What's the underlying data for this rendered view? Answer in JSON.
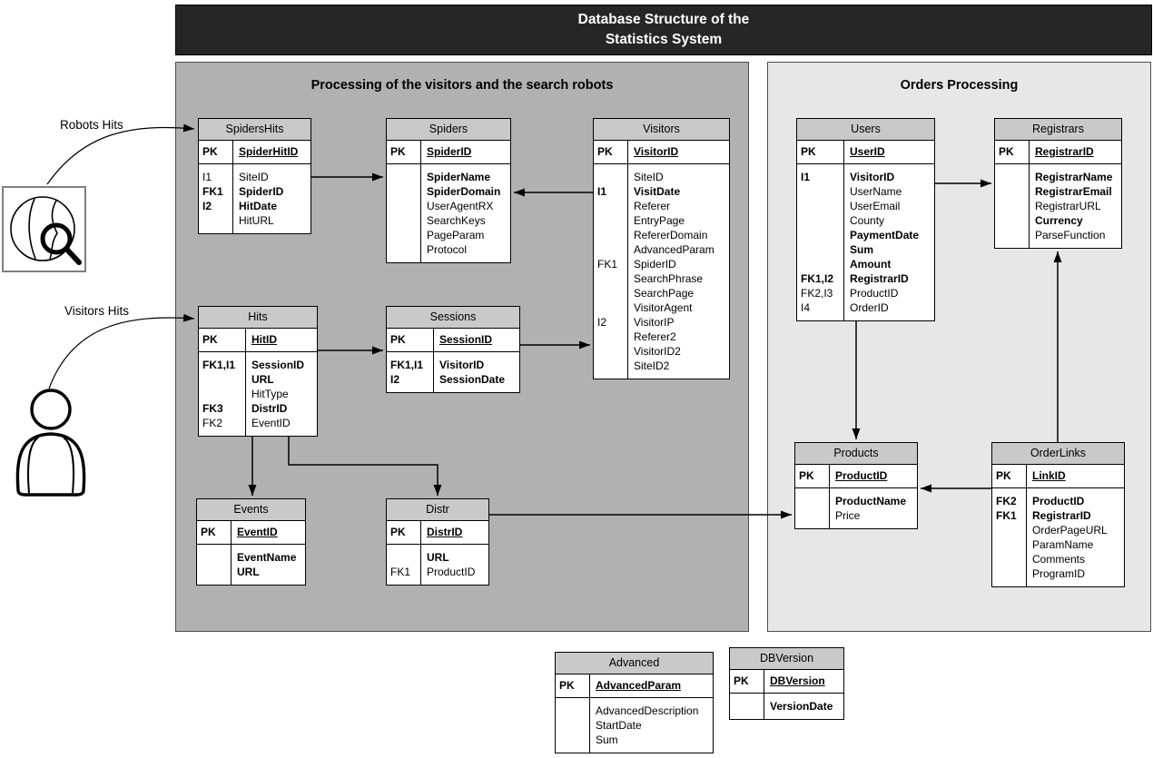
{
  "title": {
    "line1": "Database Structure of the",
    "line2": "Statistics System"
  },
  "sections": {
    "visitors_processing": {
      "label": "Processing of the visitors and the search robots"
    },
    "orders_processing": {
      "label": "Orders Processing"
    }
  },
  "annotations": {
    "robots_hits": "Robots Hits",
    "visitors_hits": "Visitors Hits"
  },
  "icons": {
    "search_engine": "globe-magnifier-icon",
    "visitor": "person-icon"
  },
  "colors": {
    "titlebar": "#262626",
    "section-left": "#b1b1b1",
    "section-right": "#e7e7e7",
    "entity-header": "#c9c9c9",
    "line": "#000000"
  },
  "tables": [
    {
      "id": "spidershits",
      "name": "SpidersHits",
      "section": "visitors_processing",
      "pk": {
        "key": "PK",
        "name": "SpiderHitID"
      },
      "fields": [
        {
          "key": "I1",
          "name": "SiteID",
          "bold": false
        },
        {
          "key": "FK1",
          "name": "SpiderID",
          "bold": true
        },
        {
          "key": "I2",
          "name": "HitDate",
          "bold": true
        },
        {
          "key": "",
          "name": "HitURL",
          "bold": false
        }
      ]
    },
    {
      "id": "spiders",
      "name": "Spiders",
      "section": "visitors_processing",
      "pk": {
        "key": "PK",
        "name": "SpiderID"
      },
      "fields": [
        {
          "key": "",
          "name": "SpiderName",
          "bold": true
        },
        {
          "key": "",
          "name": "SpiderDomain",
          "bold": true
        },
        {
          "key": "",
          "name": "UserAgentRX",
          "bold": false
        },
        {
          "key": "",
          "name": "SearchKeys",
          "bold": false
        },
        {
          "key": "",
          "name": "PageParam",
          "bold": false
        },
        {
          "key": "",
          "name": "Protocol",
          "bold": false
        }
      ]
    },
    {
      "id": "visitors",
      "name": "Visitors",
      "section": "visitors_processing",
      "pk": {
        "key": "PK",
        "name": "VisitorID"
      },
      "fields": [
        {
          "key": "",
          "name": "SiteID",
          "bold": false
        },
        {
          "key": "I1",
          "name": "VisitDate",
          "bold": true
        },
        {
          "key": "",
          "name": "Referer",
          "bold": false
        },
        {
          "key": "",
          "name": "EntryPage",
          "bold": false
        },
        {
          "key": "",
          "name": "RefererDomain",
          "bold": false
        },
        {
          "key": "",
          "name": "AdvancedParam",
          "bold": false
        },
        {
          "key": "FK1",
          "name": "SpiderID",
          "bold": false
        },
        {
          "key": "",
          "name": "SearchPhrase",
          "bold": false
        },
        {
          "key": "",
          "name": "SearchPage",
          "bold": false
        },
        {
          "key": "",
          "name": "VisitorAgent",
          "bold": false
        },
        {
          "key": "I2",
          "name": "VisitorIP",
          "bold": false
        },
        {
          "key": "",
          "name": "Referer2",
          "bold": false
        },
        {
          "key": "",
          "name": "VisitorID2",
          "bold": false
        },
        {
          "key": "",
          "name": "SiteID2",
          "bold": false
        }
      ]
    },
    {
      "id": "hits",
      "name": "Hits",
      "section": "visitors_processing",
      "pk": {
        "key": "PK",
        "name": "HitID"
      },
      "fields": [
        {
          "key": "FK1,I1",
          "name": "SessionID",
          "bold": true
        },
        {
          "key": "",
          "name": "URL",
          "bold": true
        },
        {
          "key": "",
          "name": "HitType",
          "bold": false
        },
        {
          "key": "FK3",
          "name": "DistrID",
          "bold": true
        },
        {
          "key": "FK2",
          "name": "EventID",
          "bold": false
        }
      ]
    },
    {
      "id": "sessions",
      "name": "Sessions",
      "section": "visitors_processing",
      "pk": {
        "key": "PK",
        "name": "SessionID"
      },
      "fields": [
        {
          "key": "FK1,I1",
          "name": "VisitorID",
          "bold": true
        },
        {
          "key": "I2",
          "name": "SessionDate",
          "bold": true
        }
      ]
    },
    {
      "id": "users",
      "name": "Users",
      "section": "orders_processing",
      "pk": {
        "key": "PK",
        "name": "UserID"
      },
      "fields": [
        {
          "key": "I1",
          "name": "VisitorID",
          "bold": true
        },
        {
          "key": "",
          "name": "UserName",
          "bold": false
        },
        {
          "key": "",
          "name": "UserEmail",
          "bold": false
        },
        {
          "key": "",
          "name": "County",
          "bold": false
        },
        {
          "key": "",
          "name": "PaymentDate",
          "bold": true
        },
        {
          "key": "",
          "name": "Sum",
          "bold": true
        },
        {
          "key": "",
          "name": "Amount",
          "bold": true
        },
        {
          "key": "FK1,I2",
          "name": "RegistrarID",
          "bold": true
        },
        {
          "key": "FK2,I3",
          "name": "ProductID",
          "bold": false
        },
        {
          "key": "I4",
          "name": "OrderID",
          "bold": false
        }
      ]
    },
    {
      "id": "registrars",
      "name": "Registrars",
      "section": "orders_processing",
      "pk": {
        "key": "PK",
        "name": "RegistrarID"
      },
      "fields": [
        {
          "key": "",
          "name": "RegistrarName",
          "bold": true
        },
        {
          "key": "",
          "name": "RegistrarEmail",
          "bold": true
        },
        {
          "key": "",
          "name": "RegistrarURL",
          "bold": false
        },
        {
          "key": "",
          "name": "Currency",
          "bold": true
        },
        {
          "key": "",
          "name": "ParseFunction",
          "bold": false
        }
      ]
    },
    {
      "id": "events",
      "name": "Events",
      "section": "visitors_processing",
      "pk": {
        "key": "PK",
        "name": "EventID"
      },
      "fields": [
        {
          "key": "",
          "name": "EventName",
          "bold": true
        },
        {
          "key": "",
          "name": "URL",
          "bold": true
        }
      ]
    },
    {
      "id": "distr",
      "name": "Distr",
      "section": "visitors_processing",
      "pk": {
        "key": "PK",
        "name": "DistrID"
      },
      "fields": [
        {
          "key": "",
          "name": "URL",
          "bold": true
        },
        {
          "key": "FK1",
          "name": "ProductID",
          "bold": false
        }
      ]
    },
    {
      "id": "products",
      "name": "Products",
      "section": "orders_processing",
      "pk": {
        "key": "PK",
        "name": "ProductID"
      },
      "fields": [
        {
          "key": "",
          "name": "ProductName",
          "bold": true
        },
        {
          "key": "",
          "name": "Price",
          "bold": false
        }
      ]
    },
    {
      "id": "orderlinks",
      "name": "OrderLinks",
      "section": "orders_processing",
      "pk": {
        "key": "PK",
        "name": "LinkID"
      },
      "fields": [
        {
          "key": "FK2",
          "name": "ProductID",
          "bold": true
        },
        {
          "key": "FK1",
          "name": "RegistrarID",
          "bold": true
        },
        {
          "key": "",
          "name": "OrderPageURL",
          "bold": false
        },
        {
          "key": "",
          "name": "ParamName",
          "bold": false
        },
        {
          "key": "",
          "name": "Comments",
          "bold": false
        },
        {
          "key": "",
          "name": "ProgramID",
          "bold": false
        }
      ]
    },
    {
      "id": "advanced",
      "name": "Advanced",
      "section": "none",
      "pk": {
        "key": "PK",
        "name": "AdvancedParam"
      },
      "fields": [
        {
          "key": "",
          "name": "AdvancedDescription",
          "bold": false
        },
        {
          "key": "",
          "name": "StartDate",
          "bold": false
        },
        {
          "key": "",
          "name": "Sum",
          "bold": false
        }
      ]
    },
    {
      "id": "dbversion",
      "name": "DBVersion",
      "section": "none",
      "pk": {
        "key": "PK",
        "name": "DBVersion"
      },
      "fields": [
        {
          "key": "",
          "name": "VersionDate",
          "bold": true
        }
      ]
    }
  ],
  "relationships": [
    {
      "from": "robots-icon",
      "to": "SpidersHits",
      "label": "Robots Hits"
    },
    {
      "from": "visitor-icon",
      "to": "Hits",
      "label": "Visitors Hits"
    },
    {
      "from": "SpidersHits",
      "to": "Spiders"
    },
    {
      "from": "Visitors",
      "to": "Spiders"
    },
    {
      "from": "Hits",
      "to": "Sessions"
    },
    {
      "from": "Sessions",
      "to": "Visitors"
    },
    {
      "from": "Hits",
      "to": "Events"
    },
    {
      "from": "Hits",
      "to": "Distr"
    },
    {
      "from": "Distr",
      "to": "Products"
    },
    {
      "from": "Users",
      "to": "Products"
    },
    {
      "from": "Users",
      "to": "Registrars"
    },
    {
      "from": "OrderLinks",
      "to": "Products"
    },
    {
      "from": "OrderLinks",
      "to": "Registrars"
    }
  ]
}
